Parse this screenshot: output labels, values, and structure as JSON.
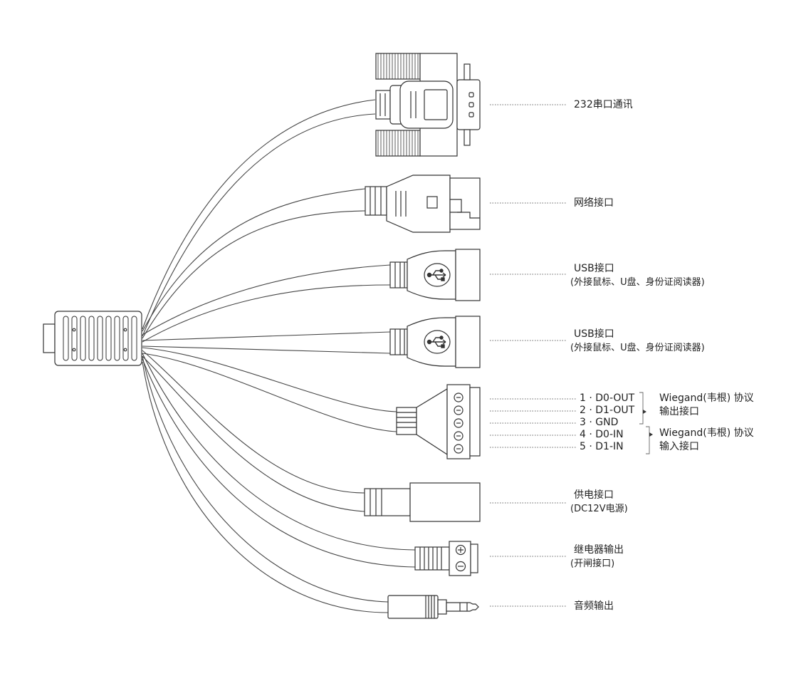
{
  "labels": {
    "serial": "232串口通讯",
    "network": "网络接口",
    "usb1": "USB接口",
    "usb1_sub": "(外接鼠标、U盘、身份证阅读器)",
    "usb2": "USB接口",
    "usb2_sub": "(外接鼠标、U盘、身份证阅读器)",
    "power": "供电接口",
    "power_sub": "(DC12V电源)",
    "relay": "继电器输出",
    "relay_sub": "(开闸接口)",
    "audio": "音频输出"
  },
  "wiegand": {
    "pins": [
      "1 · D0-OUT",
      "2 · D1-OUT",
      "3 · GND",
      "4 · D0-IN",
      "5 · D1-IN"
    ],
    "out_title": "Wiegand(韦根) 协议",
    "out_sub": "输出接口",
    "in_title": "Wiegand(韦根) 协议",
    "in_sub": "输入接口"
  },
  "icons": [
    "db9-connector-icon",
    "rj45-connector-icon",
    "usb-symbol-icon",
    "plus-icon",
    "minus-icon",
    "audio-jack-icon"
  ]
}
